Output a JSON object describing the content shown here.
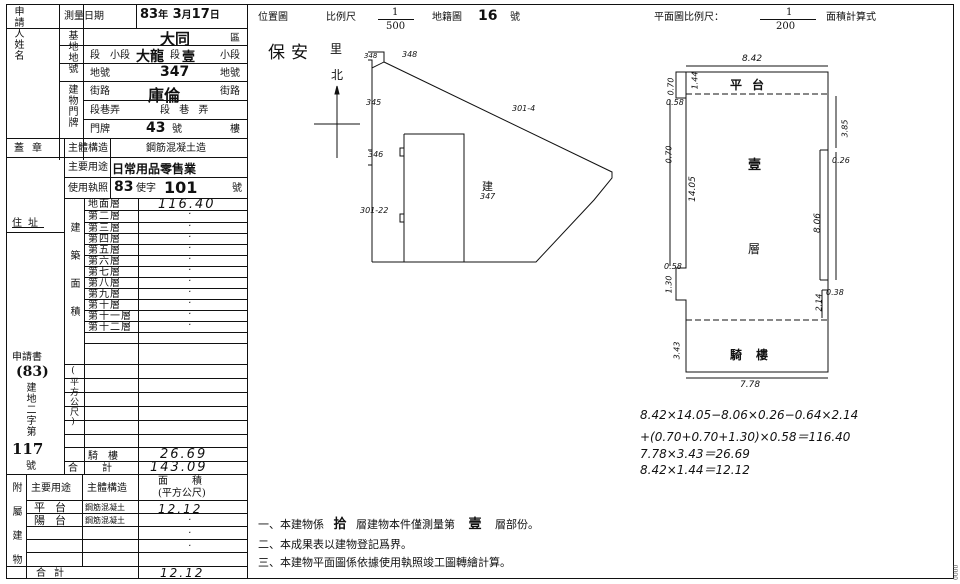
{
  "left_table": {
    "applicant_label": "申請人姓名",
    "survey_date_label": "測量日期",
    "survey_date": {
      "year": "83",
      "year_unit": "年",
      "month": "3",
      "month_unit": "月",
      "day": "17",
      "day_unit": "日"
    },
    "base_label": "基地地號",
    "district": {
      "value": "大同",
      "unit": "區"
    },
    "section_label": "段",
    "small_section_label": "小段",
    "section_value": "大龍",
    "section_suffix": "段",
    "small_section_value": "壹",
    "small_section_suffix": "小段",
    "lot_label": "地號",
    "lot_number": "347",
    "lot_suffix": "地號",
    "building_address_label": "建物門牌",
    "street_label": "街路",
    "street_value": "庫倫",
    "street_suffix": "街路",
    "lane_label": "段巷弄",
    "lane_value": "段  巷  弄",
    "door_label": "門牌",
    "door_number": "43",
    "door_suffix": "號",
    "floor_suffix": "樓",
    "seal_label": "蓋章",
    "structure_label": "主體構造",
    "structure_value": "鋼筋混凝土造",
    "use_label": "主要用途",
    "use_value": "日常用品零售業",
    "license_label": "使用執照",
    "license_value": "83",
    "license_mid": "使字",
    "license_number": "101",
    "license_suffix": "號",
    "address_label": "住址",
    "area_group_label": "建築面積",
    "floors": [
      {
        "name": "地面層",
        "value": "116.40"
      },
      {
        "name": "第二層",
        "value": "·"
      },
      {
        "name": "第三層",
        "value": "·"
      },
      {
        "name": "第四層",
        "value": "·"
      },
      {
        "name": "第五層",
        "value": "·"
      },
      {
        "name": "第六層",
        "value": "·"
      },
      {
        "name": "第七層",
        "value": "·"
      },
      {
        "name": "第八層",
        "value": "·"
      },
      {
        "name": "第九層",
        "value": "·"
      },
      {
        "name": "第十層",
        "value": "·"
      },
      {
        "name": "第十一層",
        "value": "·"
      },
      {
        "name": "第十二層",
        "value": "·"
      }
    ],
    "unit_label": "(平方公尺)",
    "application_label": "申請書",
    "application_year": "(83)",
    "application_word": "建地二字第",
    "application_number": "117",
    "application_suffix": "號",
    "arcade_label": "騎樓",
    "arcade_value": "26.69",
    "total_label": "合計",
    "total_value": "143.09",
    "annex_label": "附屬建物",
    "annex_use_header": "主要用途",
    "annex_struct_header": "主體構造",
    "annex_area_header": "面積",
    "annex_unit_header": "(平方公尺)",
    "annex_rows": [
      {
        "use": "平台",
        "structure": "鋼筋混凝土",
        "area": "12.12"
      },
      {
        "use": "陽台",
        "structure": "鋼筋混凝土",
        "area": "·"
      },
      {
        "use": "",
        "structure": "",
        "area": "·"
      },
      {
        "use": "",
        "structure": "",
        "area": "·"
      }
    ],
    "annex_total_label": "合計",
    "annex_total_value": "12.12"
  },
  "location_plan": {
    "label": "位置圖",
    "scale_label": "比例尺",
    "scale_num": "1",
    "scale_den": "500",
    "cadastral_label": "地籍圖",
    "cadastral_number": "16",
    "cadastral_suffix": "號",
    "village": "保安",
    "village_suffix": "里",
    "north": "北",
    "lot_labels": [
      "348",
      "348",
      "345",
      "346",
      "301-4",
      "301-22"
    ],
    "building_label": "建",
    "building_lot": "347"
  },
  "floor_plan": {
    "label": "平面圖比例尺：",
    "scale_num": "1",
    "scale_den": "200",
    "area_calc_label": "面積計算式",
    "dims": {
      "top": "8.42",
      "bottom": "7.78",
      "left_top": "0.70",
      "left_small": "0.58",
      "left_mid": "0.70",
      "left_main": "14.05",
      "left_lower_small": "0.58",
      "left_low": "1.30",
      "left_bottom": "3.43",
      "right_top": "3.85",
      "right_mid_small": "0.26",
      "right_main": "8.06",
      "right_low": "2.14",
      "right_low_small": "0.38",
      "left_edge": "1.44"
    },
    "platform_label": "平台",
    "floor_label_1": "壹",
    "floor_label_2": "層",
    "arcade_label": "騎樓"
  },
  "calculations": [
    "8.42×14.05−8.06×0.26−0.64×2.14",
    "+(0.70+0.70+1.30)×0.58＝116.40",
    "7.78×3.43＝26.69",
    "8.42×1.44＝12.12"
  ],
  "notes": [
    {
      "prefix": "一、本建物係",
      "hand1": "拾",
      "mid": "層建物本件僅測量第",
      "hand2": "壹",
      "suffix": "層部份。"
    },
    {
      "text": "二、本成果表以建物登記爲界。"
    },
    {
      "text": "三、本建物平面圖係依據使用執照竣工圖轉繪計算。"
    }
  ]
}
